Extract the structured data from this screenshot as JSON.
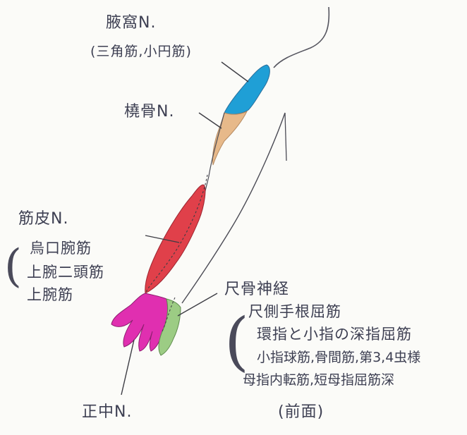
{
  "labels": {
    "axillary_nerve": "腋窩N.",
    "axillary_muscles": "(三角筋,小円筋)",
    "radial_nerve": "橈骨N.",
    "musculocutaneous_nerve": "筋皮N.",
    "musculocutaneous_muscles": [
      "烏口腕筋",
      "上腕二頭筋",
      "上腕筋"
    ],
    "ulnar_nerve": "尺骨神経",
    "ulnar_muscles": [
      "尺側手根屈筋",
      "環指と小指の深指屈筋",
      "小指球筋,骨間筋,第3,4虫様",
      "母指内転筋,短母指屈筋深"
    ],
    "median_nerve": "正中N.",
    "view": "(前面)"
  },
  "colors": {
    "axillary": "#1f9fd6",
    "radial": "#e7b98a",
    "musculocutaneous": "#e0404a",
    "median": "#e02fb0",
    "ulnar": "#9ccc84",
    "ink": "#3d3f52"
  }
}
